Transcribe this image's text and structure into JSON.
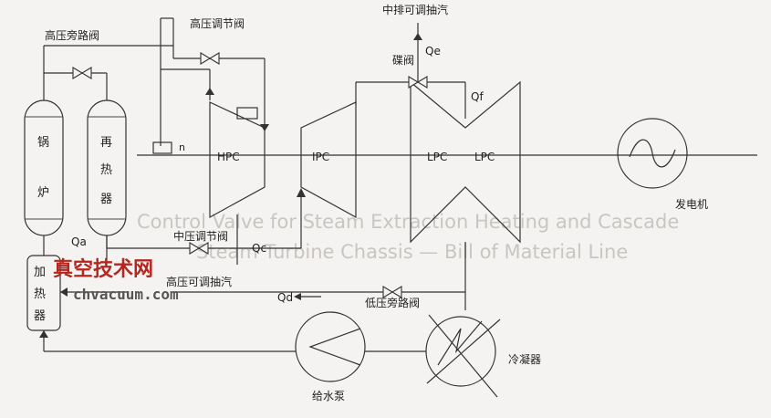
{
  "labels": {
    "hp_bypass_valve": "高压旁路阀",
    "hp_control_valve": "高压调节阀",
    "mid_extraction": "中排可调抽汽",
    "butterfly_valve": "碟阀",
    "qe": "Qe",
    "qf": "Qf",
    "boiler": [
      "锅",
      "炉"
    ],
    "reheater": [
      "再",
      "热",
      "器"
    ],
    "n": "n",
    "hpc": "HPC",
    "ipc": "IPC",
    "lpc1": "LPC",
    "lpc2": "LPC",
    "generator": "发电机",
    "qa": "Qa",
    "ip_control_valve": "中压调节阀",
    "qc": "Qc",
    "hp_extraction": "高压可调抽汽",
    "heater": [
      "加",
      "热",
      "器"
    ],
    "qd": "Qd",
    "lp_bypass_valve": "低压旁路阀",
    "feed_pump": "给水泵",
    "condenser": "冷凝器"
  },
  "watermark": {
    "cn": "真空技术网",
    "url": "chvacuum.com",
    "bg_line1": "Control Valve for Steam Extraction Heating and Cascade",
    "bg_line2": "Steam Turbine Chassis — Bill of Material Line"
  }
}
